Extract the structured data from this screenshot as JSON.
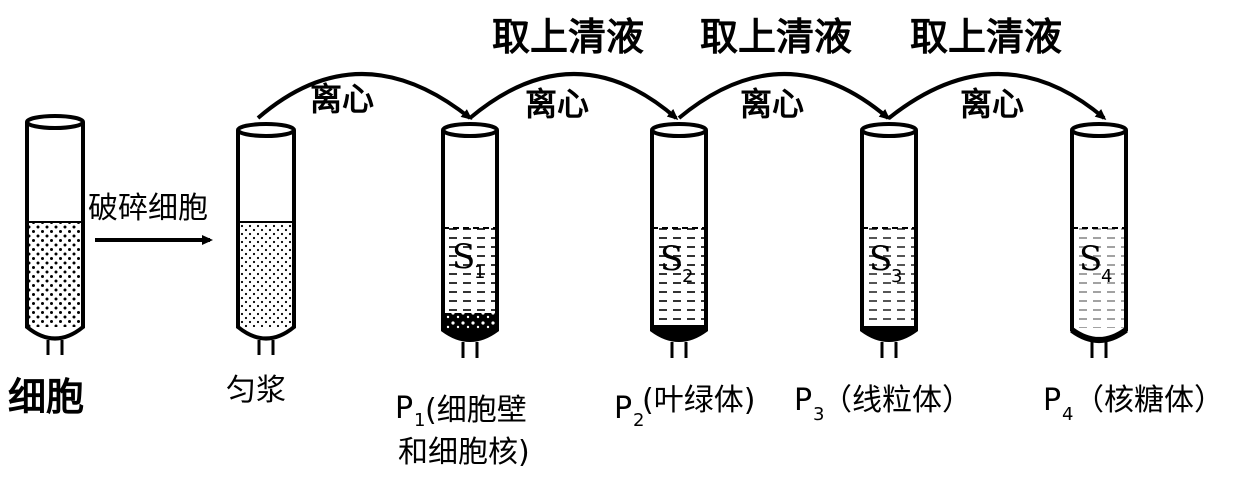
{
  "labels": {
    "cell": "细胞",
    "break_cells": "破碎细胞",
    "homogenate": "匀浆",
    "centrifuge": "离心",
    "take_supernatant": "取上清液",
    "p1_letter": "P",
    "p1_sub": "1",
    "p1_desc_line1": "(细胞壁",
    "p1_desc_line2": "和细胞核)",
    "p2_letter": "P",
    "p2_sub": "2",
    "p2_desc": "(叶绿体)",
    "p3_letter": "P",
    "p3_sub": "3",
    "p3_desc": "（线粒体）",
    "p4_letter": "P",
    "p4_sub": "4",
    "p4_desc": "（核糖体）",
    "s1_letter": "S",
    "s1_sub": "1",
    "s2_letter": "S",
    "s2_sub": "2",
    "s3_letter": "S",
    "s3_sub": "3",
    "s4_letter": "S",
    "s4_sub": "4"
  },
  "colors": {
    "stroke": "#000000",
    "background": "#ffffff"
  }
}
